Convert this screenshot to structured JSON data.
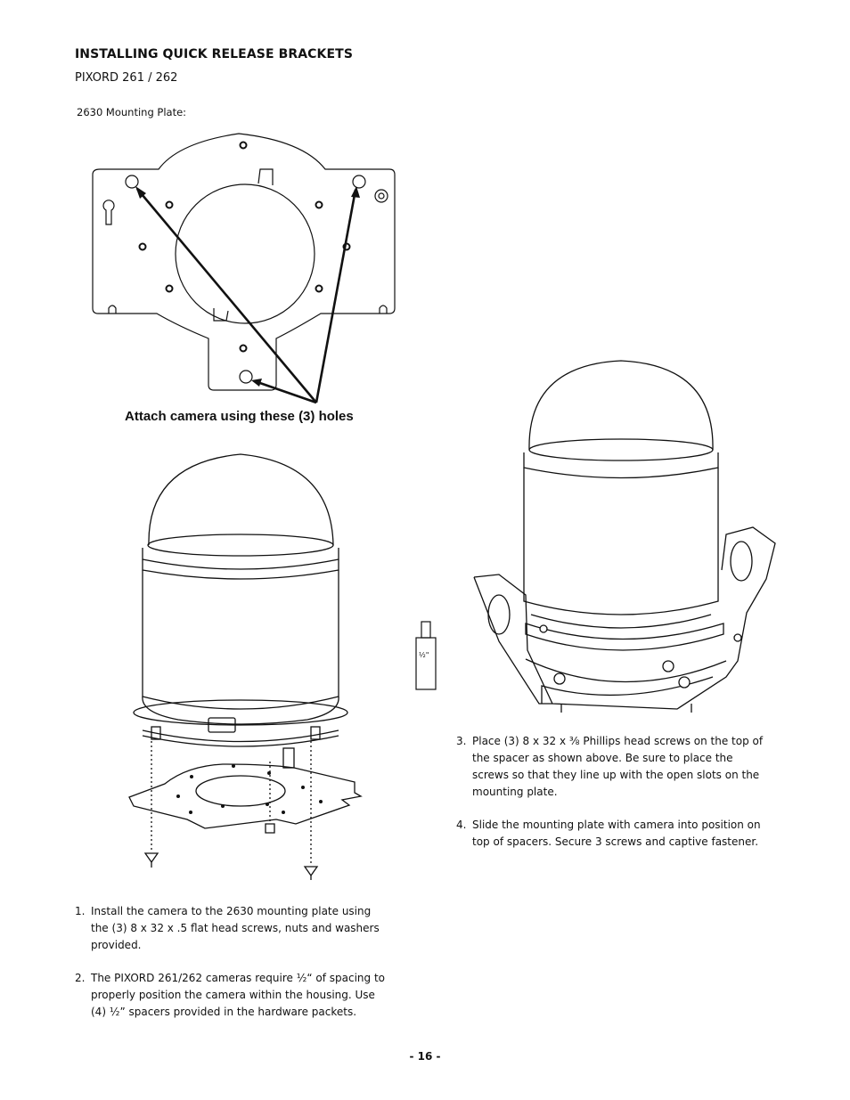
{
  "heading": "INSTALLING QUICK RELEASE BRACKETS",
  "model": "PIXORD 261 / 262",
  "plate_caption": "2630 Mounting Plate:",
  "callout": "Attach camera using these (3) holes",
  "spacer_label": "½\"",
  "steps_left": [
    {
      "num": "1.",
      "text": "Install the camera to the 2630 mounting plate using the (3) 8 x 32 x .5 flat head screws, nuts and washers provided."
    },
    {
      "num": "2.",
      "text": "The PIXORD 261/262 cameras require ½“ of spacing to properly position the camera within the housing.  Use (4) ½” spacers provided in the hardware packets."
    }
  ],
  "steps_right": [
    {
      "num": "3.",
      "text": "Place (3) 8 x 32 x ⅜ Phillips head screws on the top of the spacer as shown above. Be sure to place the screws so that they line up with the open slots on the mounting plate."
    },
    {
      "num": "4.",
      "text": "Slide the mounting plate with camera into position on top of spacers. Secure 3 screws and captive fastener."
    }
  ],
  "page_number": "- 16 -"
}
